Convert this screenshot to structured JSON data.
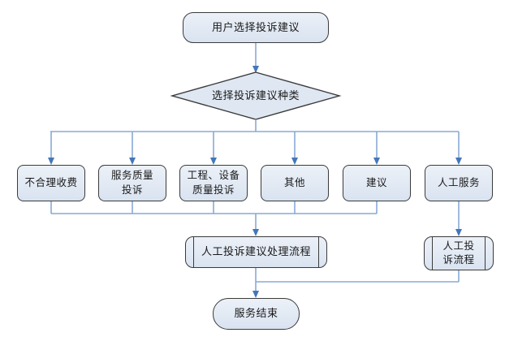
{
  "colors": {
    "node-fill-top": "#ecf1f8",
    "node-fill-bottom": "#d9e3f0",
    "node-border": "#3b3b3b",
    "connector": "#88aad4",
    "arrowhead": "#4477b8",
    "canvas-bg": "#ffffff",
    "text-color": "#1a1a1a"
  },
  "flowchart": {
    "type": "flowchart",
    "start": "用户选择投诉建议",
    "decision": "选择投诉建议种类",
    "branches": {
      "b1": "不合理收费",
      "b2": "服务质量\n投诉",
      "b3": "工程、设备\n质量投诉",
      "b4": "其他",
      "b5": "建议",
      "b6": "人工服务"
    },
    "process_main": "人工投诉建议处理流程",
    "process_side": "人工投\n诉流程",
    "end": "服务结束"
  }
}
